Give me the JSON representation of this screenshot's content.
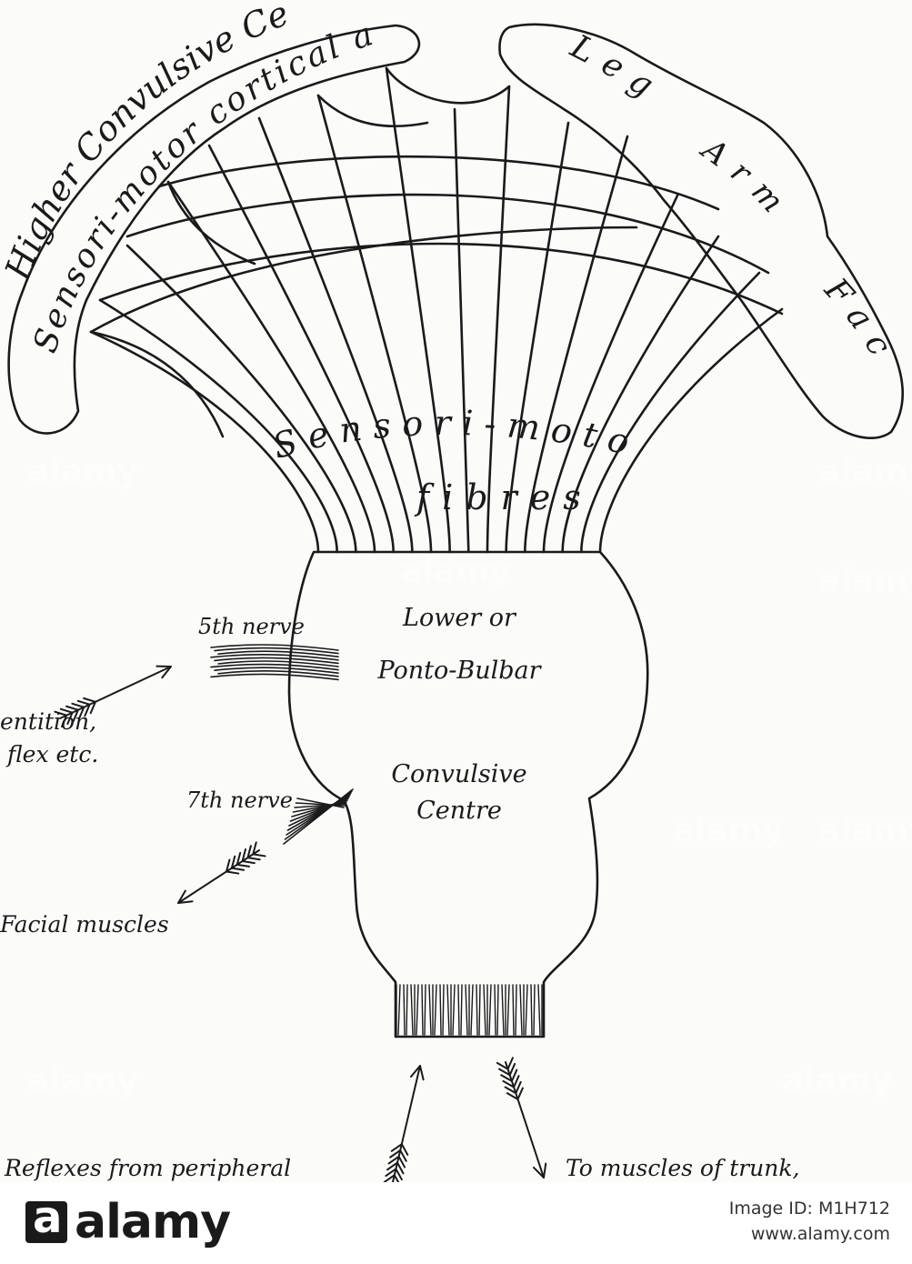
{
  "diagram": {
    "labels": {
      "higher_centre": "Higher Convulsive Centre",
      "cortical_area": "Sensori-motor cortical area",
      "leg": "Leg",
      "arm": "Arm",
      "face": "Face",
      "fibres_line1": "Sensori-motor",
      "fibres_line2": "fibres",
      "lower_1": "Lower or",
      "lower_2": "Ponto-Bulbar",
      "lower_3": "Convulsive",
      "lower_4": "Centre",
      "fifth_nerve": "5th nerve",
      "seventh_nerve": "7th nerve",
      "dentition": "entition,",
      "reflex": "flex etc.",
      "facial_muscles": "Facial muscles",
      "reflexes_peripheral": "Reflexes from peripheral",
      "to_muscles": "To muscles of trunk,"
    },
    "watermark": "alamy"
  },
  "footer": {
    "logo": "alamy",
    "image_id": "Image ID: M1H712",
    "url": "www.alamy.com"
  }
}
